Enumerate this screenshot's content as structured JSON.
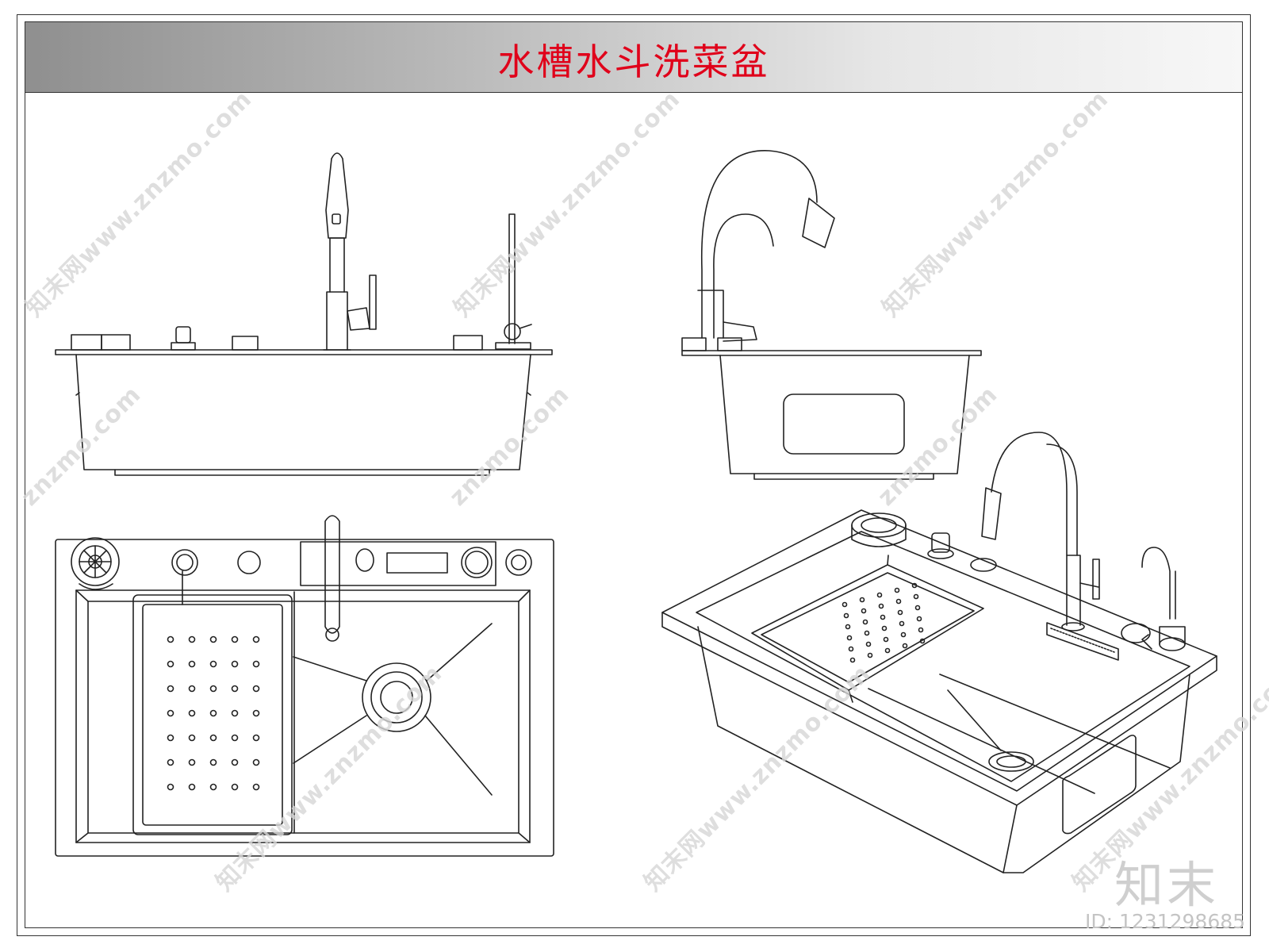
{
  "title": "水槽水斗洗菜盆",
  "watermark": "znzmo.com",
  "watermark_brand": "知末网www.znzmo.com",
  "logo_text": "知末",
  "id_text": "ID: 1231298685",
  "colors": {
    "title": "#e0001a",
    "line": "#222222",
    "watermark": "#d6d6d6"
  }
}
